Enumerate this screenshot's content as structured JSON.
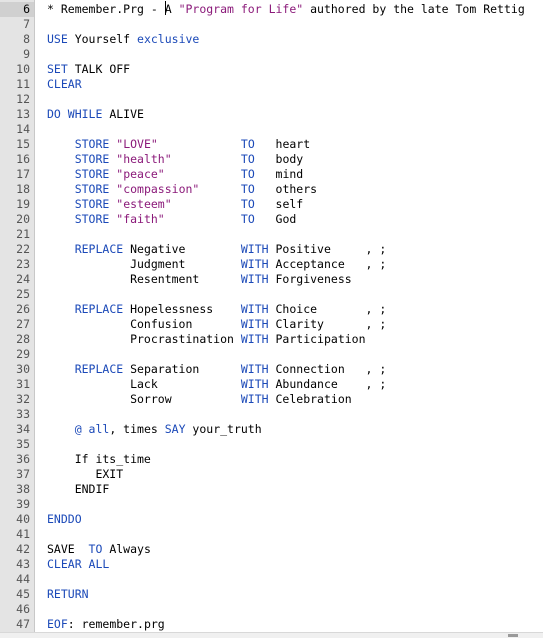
{
  "editor": {
    "current_line": 6,
    "lines": [
      {
        "n": 6,
        "tokens": [
          [
            "pl",
            "* Remember.Prg - A "
          ],
          [
            "str",
            "\"Program for Life\""
          ],
          [
            "pl",
            " authored by the late Tom Rettig"
          ]
        ]
      },
      {
        "n": 7,
        "tokens": []
      },
      {
        "n": 8,
        "tokens": [
          [
            "kw",
            "USE"
          ],
          [
            "pl",
            " Yourself "
          ],
          [
            "kw",
            "exclusive"
          ]
        ]
      },
      {
        "n": 9,
        "tokens": []
      },
      {
        "n": 10,
        "tokens": [
          [
            "kw",
            "SET"
          ],
          [
            "pl",
            " TALK OFF"
          ]
        ]
      },
      {
        "n": 11,
        "tokens": [
          [
            "kw",
            "CLEAR"
          ]
        ]
      },
      {
        "n": 12,
        "tokens": []
      },
      {
        "n": 13,
        "tokens": [
          [
            "kw",
            "DO WHILE"
          ],
          [
            "pl",
            " ALIVE"
          ]
        ]
      },
      {
        "n": 14,
        "tokens": []
      },
      {
        "n": 15,
        "tokens": [
          [
            "pl",
            "    "
          ],
          [
            "kw",
            "STORE"
          ],
          [
            "pl",
            " "
          ],
          [
            "str",
            "\"LOVE\""
          ],
          [
            "pl",
            "            "
          ],
          [
            "kw",
            "TO"
          ],
          [
            "pl",
            "   heart"
          ]
        ]
      },
      {
        "n": 16,
        "tokens": [
          [
            "pl",
            "    "
          ],
          [
            "kw",
            "STORE"
          ],
          [
            "pl",
            " "
          ],
          [
            "str",
            "\"health\""
          ],
          [
            "pl",
            "          "
          ],
          [
            "kw",
            "TO"
          ],
          [
            "pl",
            "   body"
          ]
        ]
      },
      {
        "n": 17,
        "tokens": [
          [
            "pl",
            "    "
          ],
          [
            "kw",
            "STORE"
          ],
          [
            "pl",
            " "
          ],
          [
            "str",
            "\"peace\""
          ],
          [
            "pl",
            "           "
          ],
          [
            "kw",
            "TO"
          ],
          [
            "pl",
            "   mind"
          ]
        ]
      },
      {
        "n": 18,
        "tokens": [
          [
            "pl",
            "    "
          ],
          [
            "kw",
            "STORE"
          ],
          [
            "pl",
            " "
          ],
          [
            "str",
            "\"compassion\""
          ],
          [
            "pl",
            "      "
          ],
          [
            "kw",
            "TO"
          ],
          [
            "pl",
            "   others"
          ]
        ]
      },
      {
        "n": 19,
        "tokens": [
          [
            "pl",
            "    "
          ],
          [
            "kw",
            "STORE"
          ],
          [
            "pl",
            " "
          ],
          [
            "str",
            "\"esteem\""
          ],
          [
            "pl",
            "          "
          ],
          [
            "kw",
            "TO"
          ],
          [
            "pl",
            "   self"
          ]
        ]
      },
      {
        "n": 20,
        "tokens": [
          [
            "pl",
            "    "
          ],
          [
            "kw",
            "STORE"
          ],
          [
            "pl",
            " "
          ],
          [
            "str",
            "\"faith\""
          ],
          [
            "pl",
            "           "
          ],
          [
            "kw",
            "TO"
          ],
          [
            "pl",
            "   God"
          ]
        ]
      },
      {
        "n": 21,
        "tokens": []
      },
      {
        "n": 22,
        "tokens": [
          [
            "pl",
            "    "
          ],
          [
            "kw",
            "REPLACE"
          ],
          [
            "pl",
            " Negative        "
          ],
          [
            "kw",
            "WITH"
          ],
          [
            "pl",
            " Positive     , ;"
          ]
        ]
      },
      {
        "n": 23,
        "tokens": [
          [
            "pl",
            "            Judgment        "
          ],
          [
            "kw",
            "WITH"
          ],
          [
            "pl",
            " Acceptance   , ;"
          ]
        ]
      },
      {
        "n": 24,
        "tokens": [
          [
            "pl",
            "            Resentment      "
          ],
          [
            "kw",
            "WITH"
          ],
          [
            "pl",
            " Forgiveness"
          ]
        ]
      },
      {
        "n": 25,
        "tokens": []
      },
      {
        "n": 26,
        "tokens": [
          [
            "pl",
            "    "
          ],
          [
            "kw",
            "REPLACE"
          ],
          [
            "pl",
            " Hopelessness    "
          ],
          [
            "kw",
            "WITH"
          ],
          [
            "pl",
            " Choice       , ;"
          ]
        ]
      },
      {
        "n": 27,
        "tokens": [
          [
            "pl",
            "            Confusion       "
          ],
          [
            "kw",
            "WITH"
          ],
          [
            "pl",
            " Clarity      , ;"
          ]
        ]
      },
      {
        "n": 28,
        "tokens": [
          [
            "pl",
            "            Procrastination "
          ],
          [
            "kw",
            "WITH"
          ],
          [
            "pl",
            " Participation"
          ]
        ]
      },
      {
        "n": 29,
        "tokens": []
      },
      {
        "n": 30,
        "tokens": [
          [
            "pl",
            "    "
          ],
          [
            "kw",
            "REPLACE"
          ],
          [
            "pl",
            " Separation      "
          ],
          [
            "kw",
            "WITH"
          ],
          [
            "pl",
            " Connection   , ;"
          ]
        ]
      },
      {
        "n": 31,
        "tokens": [
          [
            "pl",
            "            Lack            "
          ],
          [
            "kw",
            "WITH"
          ],
          [
            "pl",
            " Abundance    , ;"
          ]
        ]
      },
      {
        "n": 32,
        "tokens": [
          [
            "pl",
            "            Sorrow          "
          ],
          [
            "kw",
            "WITH"
          ],
          [
            "pl",
            " Celebration"
          ]
        ]
      },
      {
        "n": 33,
        "tokens": []
      },
      {
        "n": 34,
        "tokens": [
          [
            "pl",
            "    "
          ],
          [
            "kw",
            "@ all"
          ],
          [
            "pl",
            ", times "
          ],
          [
            "kw",
            "SAY"
          ],
          [
            "pl",
            " your_truth"
          ]
        ]
      },
      {
        "n": 35,
        "tokens": []
      },
      {
        "n": 36,
        "tokens": [
          [
            "pl",
            "    If its_time"
          ]
        ]
      },
      {
        "n": 37,
        "tokens": [
          [
            "pl",
            "       EXIT"
          ]
        ]
      },
      {
        "n": 38,
        "tokens": [
          [
            "pl",
            "    ENDIF"
          ]
        ]
      },
      {
        "n": 39,
        "tokens": []
      },
      {
        "n": 40,
        "tokens": [
          [
            "kw",
            "ENDDO"
          ]
        ]
      },
      {
        "n": 41,
        "tokens": []
      },
      {
        "n": 42,
        "tokens": [
          [
            "pl",
            "SAVE  "
          ],
          [
            "kw",
            "TO"
          ],
          [
            "pl",
            " Always"
          ]
        ]
      },
      {
        "n": 43,
        "tokens": [
          [
            "kw",
            "CLEAR ALL"
          ]
        ]
      },
      {
        "n": 44,
        "tokens": []
      },
      {
        "n": 45,
        "tokens": [
          [
            "kw",
            "RETURN"
          ]
        ]
      },
      {
        "n": 46,
        "tokens": []
      },
      {
        "n": 47,
        "tokens": [
          [
            "kw",
            "EOF"
          ],
          [
            "pl",
            ": remember.prg"
          ]
        ]
      }
    ]
  },
  "colors": {
    "keyword": "#1b49b8",
    "string": "#8b1a7a",
    "plain": "#000000",
    "gutter": "#e4e4e4"
  }
}
